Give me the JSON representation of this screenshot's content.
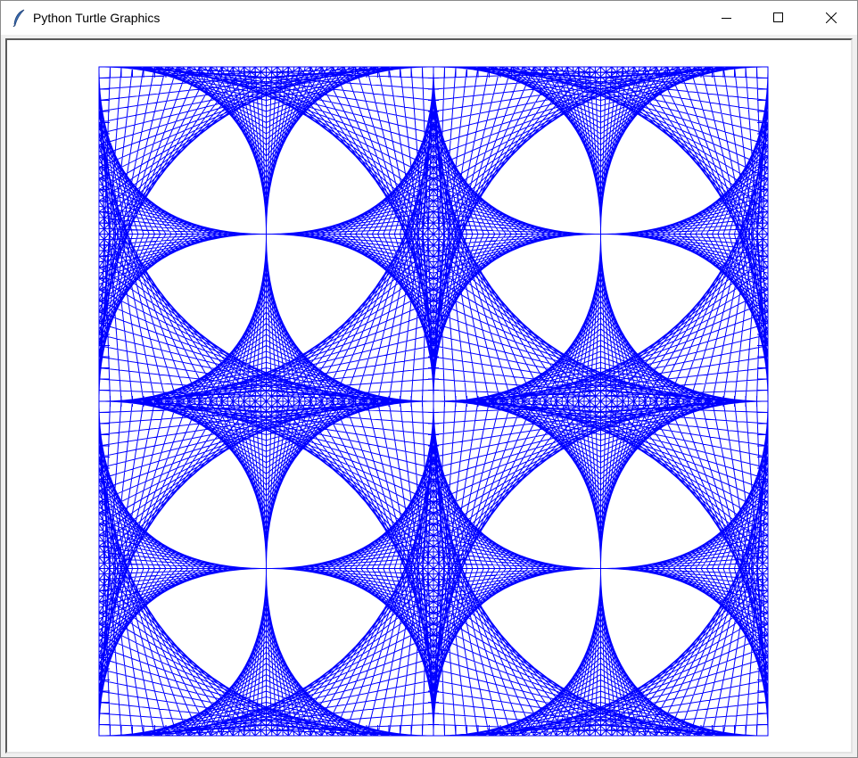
{
  "window": {
    "title": "Python Turtle Graphics",
    "app_icon": "feather-icon",
    "controls": {
      "minimize": "minimize-icon",
      "maximize": "maximize-icon",
      "close": "close-icon"
    }
  },
  "canvas": {
    "background": "#ffffff",
    "pen_color": "#0000ff",
    "pattern": "string-art",
    "tiles": 4,
    "lines_per_quadrant": 30
  }
}
